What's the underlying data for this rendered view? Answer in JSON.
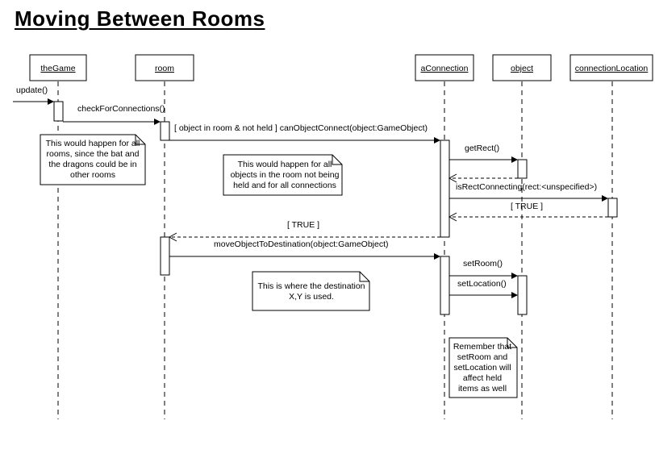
{
  "title": "Moving Between Rooms",
  "diagram_type": "uml-sequence",
  "lifelines": [
    {
      "id": "theGame",
      "label": "theGame"
    },
    {
      "id": "room",
      "label": "room"
    },
    {
      "id": "aConnection",
      "label": "aConnection"
    },
    {
      "id": "object",
      "label": "object"
    },
    {
      "id": "connectionLocation",
      "label": "connectionLocation"
    }
  ],
  "messages": [
    {
      "id": "m1",
      "label": "update()",
      "from": "external",
      "to": "theGame",
      "kind": "call"
    },
    {
      "id": "m2",
      "label": "checkForConnections()",
      "from": "theGame",
      "to": "room",
      "kind": "call"
    },
    {
      "id": "m3",
      "label": "[ object in room & not held ] canObjectConnect(object:GameObject)",
      "from": "room",
      "to": "aConnection",
      "kind": "call"
    },
    {
      "id": "m4",
      "label": "getRect()",
      "from": "aConnection",
      "to": "object",
      "kind": "call"
    },
    {
      "id": "m5",
      "label": "",
      "from": "object",
      "to": "aConnection",
      "kind": "return"
    },
    {
      "id": "m6",
      "label": "isRectConnecting(rect:<unspecified>)",
      "from": "aConnection",
      "to": "connectionLocation",
      "kind": "call"
    },
    {
      "id": "m7",
      "label": "[ TRUE ]",
      "from": "connectionLocation",
      "to": "aConnection",
      "kind": "return"
    },
    {
      "id": "m8",
      "label": "[ TRUE ]",
      "from": "aConnection",
      "to": "room",
      "kind": "return"
    },
    {
      "id": "m9",
      "label": "moveObjectToDestination(object:GameObject)",
      "from": "room",
      "to": "aConnection",
      "kind": "call"
    },
    {
      "id": "m10",
      "label": "setRoom()",
      "from": "aConnection",
      "to": "object",
      "kind": "call"
    },
    {
      "id": "m11",
      "label": "setLocation()",
      "from": "aConnection",
      "to": "object",
      "kind": "call"
    }
  ],
  "notes": [
    {
      "id": "n1",
      "lines": [
        "This would happen for all",
        "rooms, since the bat and",
        "the dragons could be in",
        "other rooms"
      ]
    },
    {
      "id": "n2",
      "lines": [
        "This would happen for all",
        "objects in the room not being",
        "held and for all connections"
      ]
    },
    {
      "id": "n3",
      "lines": [
        "This is where the destination",
        "X,Y is used."
      ]
    },
    {
      "id": "n4",
      "lines": [
        "Remember that",
        "setRoom and",
        "setLocation will",
        "affect held",
        "items as well"
      ]
    }
  ]
}
